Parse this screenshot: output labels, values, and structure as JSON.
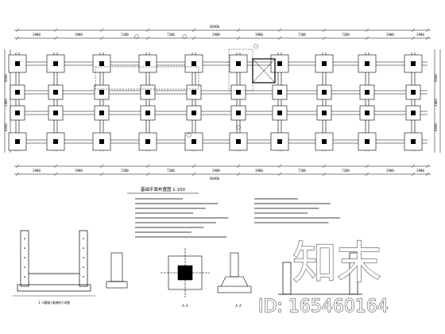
{
  "plan": {
    "title": "基础平面布置图 1:100",
    "total_dim": "60400",
    "top_dims": [
      "3900",
      "3900",
      "7200",
      "7200",
      "3900",
      "3900",
      "7200",
      "7200",
      "3900",
      "3900"
    ],
    "bottom_dims": [
      "3900",
      "3900",
      "7200",
      "7200",
      "3900",
      "3900",
      "7200",
      "7200",
      "3900",
      "3900"
    ],
    "left_dims": [
      "6000",
      "2400",
      "6000"
    ],
    "right_dims": [
      "6000",
      "2400",
      "6000"
    ]
  },
  "details": {
    "wall_label": "1-1基础(电梯井)详图",
    "section_a": "A-A",
    "section_b": "A-A"
  },
  "watermark": {
    "brand": "知末",
    "id_text": "ID: 165460164"
  }
}
